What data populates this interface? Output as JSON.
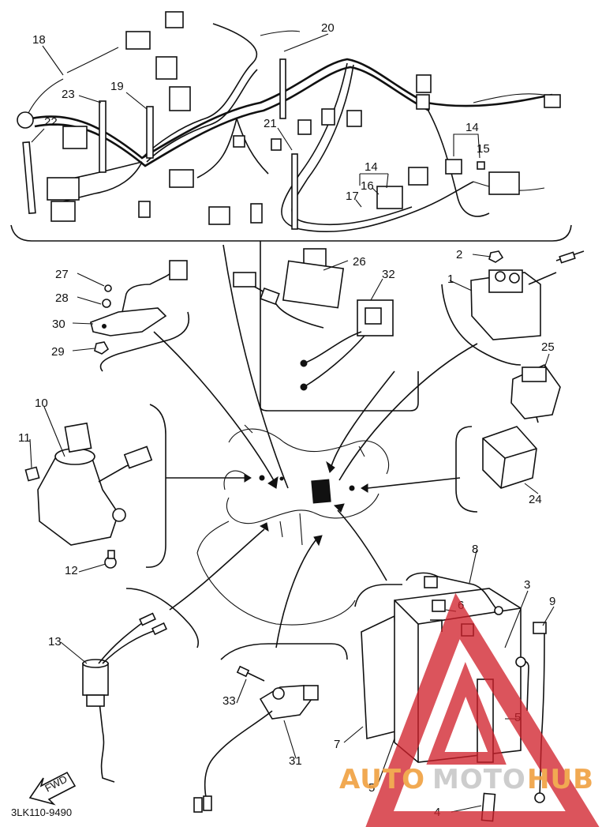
{
  "diagram": {
    "code": "3LK110-9490",
    "fwd_label": "FWD",
    "parts": [
      {
        "key": "p1",
        "number": "1"
      },
      {
        "key": "p2",
        "number": "2"
      },
      {
        "key": "p3",
        "number": "3"
      },
      {
        "key": "p4",
        "number": "4"
      },
      {
        "key": "p5a",
        "number": "5"
      },
      {
        "key": "p5b",
        "number": "5"
      },
      {
        "key": "p6",
        "number": "6"
      },
      {
        "key": "p7",
        "number": "7"
      },
      {
        "key": "p8",
        "number": "8"
      },
      {
        "key": "p9",
        "number": "9"
      },
      {
        "key": "p10",
        "number": "10"
      },
      {
        "key": "p11",
        "number": "11"
      },
      {
        "key": "p12",
        "number": "12"
      },
      {
        "key": "p13",
        "number": "13"
      },
      {
        "key": "p14a",
        "number": "14"
      },
      {
        "key": "p14b",
        "number": "14"
      },
      {
        "key": "p15",
        "number": "15"
      },
      {
        "key": "p16",
        "number": "16"
      },
      {
        "key": "p17",
        "number": "17"
      },
      {
        "key": "p18",
        "number": "18"
      },
      {
        "key": "p19",
        "number": "19"
      },
      {
        "key": "p20",
        "number": "20"
      },
      {
        "key": "p21",
        "number": "21"
      },
      {
        "key": "p22",
        "number": "22"
      },
      {
        "key": "p23",
        "number": "23"
      },
      {
        "key": "p24",
        "number": "24"
      },
      {
        "key": "p25",
        "number": "25"
      },
      {
        "key": "p26",
        "number": "26"
      },
      {
        "key": "p27",
        "number": "27"
      },
      {
        "key": "p28",
        "number": "28"
      },
      {
        "key": "p29",
        "number": "29"
      },
      {
        "key": "p30",
        "number": "30"
      },
      {
        "key": "p31",
        "number": "31"
      },
      {
        "key": "p32",
        "number": "32"
      },
      {
        "key": "p33",
        "number": "33"
      }
    ]
  },
  "watermark": {
    "part1": "AUTO",
    "part2": "MOTO",
    "part3": "HUB",
    "color_orange": "#f0a040",
    "color_gray": "#c8c8c8",
    "color_red": "#d0202a"
  }
}
